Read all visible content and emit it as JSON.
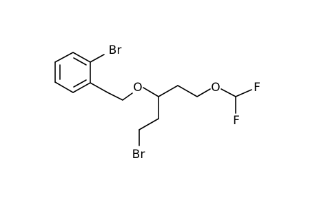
{
  "molecule": {
    "atoms": {
      "br_aryl": "Br",
      "o_ether": "O",
      "br_alkyl": "Br",
      "o_difluoro": "O",
      "f_top": "F",
      "f_bottom": "F"
    },
    "colors": {
      "bond": "#000000",
      "label": "#000000",
      "background": "#ffffff"
    }
  }
}
